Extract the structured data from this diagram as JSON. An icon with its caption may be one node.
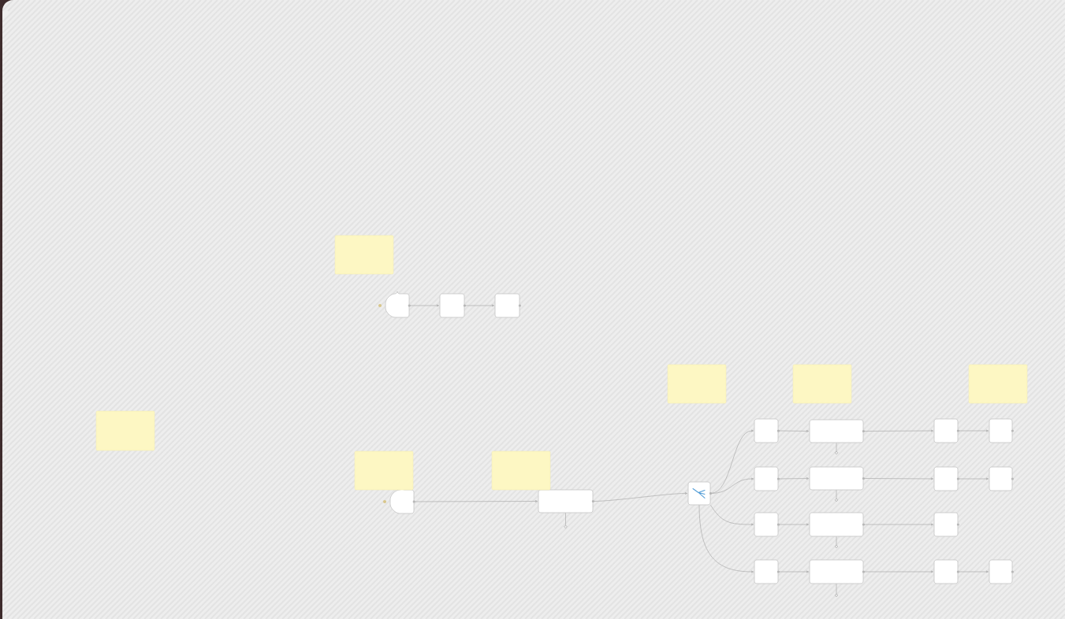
{
  "diagram": {
    "nodes": [
      {
        "text": [],
        "shape": "box"
      },
      {
        "text": [],
        "shape": "box"
      },
      {
        "text": [],
        "shape": "box"
      },
      {
        "text": [],
        "shape": "box"
      },
      {
        "text": [],
        "shape": "box"
      },
      {
        "text": [],
        "shape": "box"
      },
      {
        "text": [],
        "shape": "box"
      },
      {
        "text": [],
        "shape": "box"
      },
      {
        "text": [],
        "shape": "box"
      },
      {
        "text": [],
        "shape": "box"
      },
      {
        "text": [],
        "shape": "box"
      },
      {
        "text": [],
        "shape": "box"
      },
      {
        "text": [],
        "shape": "box"
      },
      {
        "text": [],
        "shape": "box"
      },
      {
        "text": [],
        "shape": "box"
      },
      {
        "text": [],
        "shape": "box"
      },
      {
        "text": [],
        "shape": "box"
      },
      {
        "text": [],
        "shape": "box"
      },
      {
        "text": [],
        "shape": "box"
      },
      {
        "text": [],
        "shape": "box"
      },
      {
        "text": [],
        "shape": "box"
      },
      {
        "text": [],
        "shape": "box"
      },
      {
        "text": [],
        "shape": "box"
      },
      {
        "text": [],
        "shape": "box"
      },
      {
        "text": [],
        "shape": "box"
      },
      {
        "text": [],
        "shape": "box"
      },
      {
        "text": [],
        "shape": "box"
      },
      {
        "text": [],
        "shape": "box"
      }
    ],
    "edges": [
      {
        "from": 0,
        "to": 1,
        "arrow": "to"
      },
      {
        "from": 1,
        "to": 2,
        "arrow": "to"
      },
      {
        "from": 3,
        "to": 4,
        "arrow": "to"
      },
      {
        "from": 4,
        "to": 5,
        "arrow": "to"
      },
      {
        "from": 5,
        "to": 6,
        "arrow": "to"
      },
      {
        "from": 5,
        "to": 10,
        "arrow": "to"
      },
      {
        "from": 5,
        "to": 14,
        "arrow": "to"
      },
      {
        "from": 5,
        "to": 17,
        "arrow": "to"
      },
      {
        "from": 6,
        "to": 7,
        "arrow": "to"
      },
      {
        "from": 7,
        "to": 8,
        "arrow": "to"
      },
      {
        "from": 8,
        "to": 9,
        "arrow": "to"
      },
      {
        "from": 10,
        "to": 11,
        "arrow": "to"
      },
      {
        "from": 11,
        "to": 12,
        "arrow": "to"
      },
      {
        "from": 12,
        "to": 13,
        "arrow": "to"
      },
      {
        "from": 14,
        "to": 15,
        "arrow": "to"
      },
      {
        "from": 15,
        "to": 16,
        "arrow": "to"
      },
      {
        "from": 17,
        "to": 18,
        "arrow": "to"
      },
      {
        "from": 18,
        "to": 19,
        "arrow": "to"
      },
      {
        "from": 19,
        "to": 20,
        "arrow": "to"
      },
      {
        "from": 4,
        "to": null,
        "arrow": "other"
      },
      {
        "from": 7,
        "to": null,
        "arrow": "other"
      },
      {
        "from": 11,
        "to": null,
        "arrow": "other"
      },
      {
        "from": 15,
        "to": null,
        "arrow": "other"
      },
      {
        "from": 18,
        "to": null,
        "arrow": "other"
      }
    ]
  }
}
